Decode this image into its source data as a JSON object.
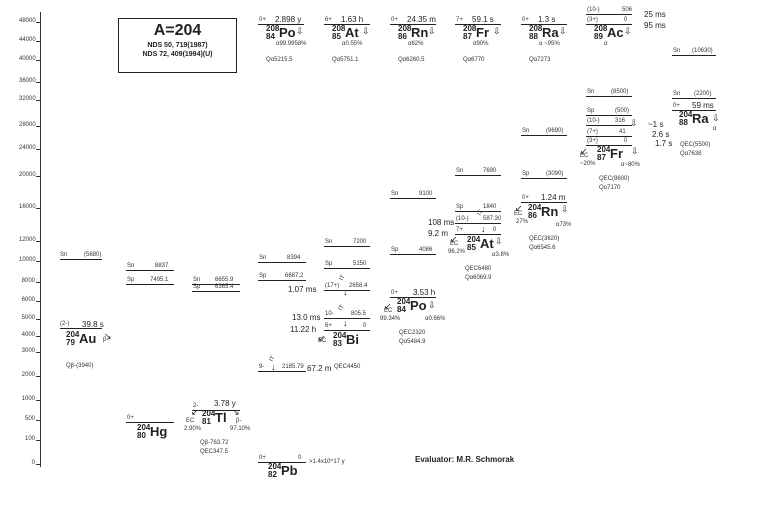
{
  "title": {
    "mass": "A=204",
    "ref1": "NDS 50, 719(1987)",
    "ref2": "NDS 72, 409(1994)(U)"
  },
  "evaluator": "Evaluator:   M.R. Schmorak",
  "axis_ticks": [
    "48000",
    "44000",
    "40000",
    "36000",
    "32000",
    "28000",
    "24000",
    "20000",
    "16000",
    "12000",
    "10000",
    "8000",
    "6000",
    "5000",
    "4000",
    "3000",
    "2000",
    "1000",
    "500",
    "100",
    "0"
  ],
  "nuclides": [
    {
      "key": "au",
      "a": "204",
      "z": "79",
      "el": "Au",
      "spin": "(2-)",
      "halflife": "39.8 s",
      "decay": "β-",
      "q": "Qβ-(3940)"
    },
    {
      "key": "hg",
      "a": "204",
      "z": "80",
      "el": "Hg",
      "spin": "0+"
    },
    {
      "key": "tl",
      "a": "204",
      "z": "81",
      "el": "Tl",
      "spin": "2-",
      "halflife": "3.78 y",
      "ec": "EC",
      "ec_pct": "2.90%",
      "beta": "β-",
      "beta_pct": "97.10%",
      "q1": "Qβ-763.72",
      "q2": "QEC347.5"
    },
    {
      "key": "pb",
      "a": "204",
      "z": "82",
      "el": "Pb",
      "spin": "0+",
      "zero": "0",
      "halflife": ">1.4x10^17 y"
    },
    {
      "key": "bi",
      "a": "204",
      "z": "83",
      "el": "Bi",
      "spin": "6+",
      "zero": "0",
      "halflife": "11.22 h",
      "ec": "EC"
    },
    {
      "key": "po",
      "a": "204",
      "z": "84",
      "el": "Po",
      "spin": "0+",
      "halflife": "3.53 h",
      "ec": "EC",
      "ec_pct": "99.34%",
      "alpha_pct": "α0.66%",
      "q1": "QEC2320",
      "q2": "Qα5484.9"
    },
    {
      "key": "at",
      "a": "204",
      "z": "85",
      "el": "At",
      "spin": "7+",
      "zero": "0",
      "halflife": "9.2 m",
      "ec": "EC",
      "ec_pct": "96.2%",
      "alpha_pct": "α3.8%",
      "q1": "QEC6480",
      "q2": "Qα6069.9"
    },
    {
      "key": "rn",
      "a": "204",
      "z": "86",
      "el": "Rn",
      "spin": "0+",
      "halflife": "1.24 m",
      "ec": "EC",
      "ec_pct": "27%",
      "alpha_pct": "α73%",
      "q1": "QEC(3620)",
      "q2": "Qα6545.6"
    },
    {
      "key": "fr",
      "a": "204",
      "z": "87",
      "el": "Fr",
      "spin": "(3+)",
      "zero": "0",
      "halflife": "1.7 s",
      "ec": "EC",
      "ec_pct": "~20%",
      "alpha_pct": "α~80%",
      "q1": "QEC(8600)",
      "q2": "Qα7170"
    },
    {
      "key": "ra",
      "a": "204",
      "z": "88",
      "el": "Ra",
      "spin": "0+",
      "halflife": "59 ms",
      "alpha": "α",
      "q1": "QEC(5500)",
      "q2": "Qα7638"
    }
  ],
  "parents": [
    {
      "a": "208",
      "z": "84",
      "el": "Po",
      "spin": "0+",
      "halflife": "2.898 y",
      "branch": "α99.9958%",
      "q": "Qα5215.5"
    },
    {
      "a": "208",
      "z": "85",
      "el": "At",
      "spin": "6+",
      "halflife": "1.63 h",
      "branch": "α0.55%",
      "q": "Qα5751.1"
    },
    {
      "a": "208",
      "z": "86",
      "el": "Rn",
      "spin": "0+",
      "halflife": "24.35 m",
      "branch": "α62%",
      "q": "Qα6260.5"
    },
    {
      "a": "208",
      "z": "87",
      "el": "Fr",
      "spin": "7+",
      "halflife": "59.1 s",
      "branch": "α90%",
      "q": "Qα6770"
    },
    {
      "a": "208",
      "z": "88",
      "el": "Ra",
      "spin": "0+",
      "halflife": "1.3 s",
      "branch": "α ~95%",
      "q": "Qα7273"
    },
    {
      "a": "208",
      "z": "89",
      "el": "Ac",
      "spin": "(3+)",
      "zero": "0",
      "spin2": "(10-)",
      "level2": "506",
      "halflife": "95 ms",
      "halflife2": "25 ms",
      "branch": "α"
    }
  ],
  "separations": [
    {
      "col": "au",
      "sn": "Sn",
      "snv": "(5680)"
    },
    {
      "col": "hg",
      "sn": "Sn",
      "snv": "8837",
      "sp": "Sp",
      "spv": "7495.1"
    },
    {
      "col": "tl",
      "sn": "Sn",
      "snv": "6655.9",
      "sp": "Sp",
      "spv": "6365.4"
    },
    {
      "col": "pb",
      "sn": "Sn",
      "snv": "8394",
      "sp": "Sp",
      "spv": "6687.2"
    },
    {
      "col": "bi",
      "sn": "Sn",
      "snv": "7200",
      "sp": "Sp",
      "spv": "5150"
    },
    {
      "col": "po",
      "sn": "Sn",
      "snv": "9100",
      "sp": "Sp",
      "spv": "4086"
    },
    {
      "col": "at",
      "sn": "Sn",
      "snv": "7690",
      "sp": "Sp",
      "spv": "1840"
    },
    {
      "col": "rn",
      "sn": "Sn",
      "snv": "(9690)",
      "sp": "Sp",
      "spv": "(3090)"
    },
    {
      "col": "fr",
      "sn": "Sn",
      "snv": "(8500)",
      "sp": "Sp",
      "spv": "(500)"
    },
    {
      "col": "ra",
      "sn": "Sn",
      "snv": "(2200)"
    },
    {
      "col": "ac",
      "sn": "Sn",
      "snv": "(10630)"
    }
  ],
  "isomers": {
    "pb": {
      "spin": "9-",
      "energy": "2185.79",
      "halflife": "67.2 m",
      "qlabel": "QEC4450",
      "it": "IT"
    },
    "pb2": {
      "spin": "(17+)",
      "energy": "2658.4",
      "halflife": "1.07 ms",
      "it": "IT"
    },
    "bi": {
      "spin": "10-",
      "energy": "805.5",
      "halflife": "13.0 ms",
      "it": "IT"
    },
    "at": {
      "spin": "(10-)",
      "energy": "587.30",
      "halflife": "108 ms",
      "it": "IT"
    },
    "fr": [
      {
        "spin": "(10-)",
        "energy": "316",
        "halflife": "~1 s"
      },
      {
        "spin": "(7+)",
        "energy": "41",
        "halflife": "2.6 s"
      }
    ]
  }
}
